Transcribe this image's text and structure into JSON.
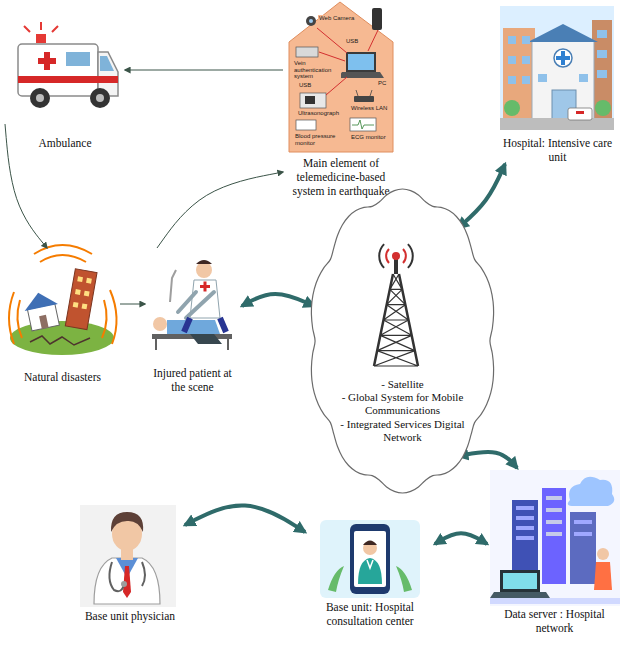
{
  "diagram": {
    "nodes": [
      {
        "text": [
          "Ambulance"
        ]
      },
      {
        "text": [
          "Main element of telemedicine-based system in earthquake"
        ]
      },
      {
        "text": [
          "Hospital: Intensive care unit"
        ]
      },
      {
        "text": [
          "Natural disasters"
        ]
      },
      {
        "text": [
          "Injured patient at the scene"
        ]
      },
      {
        "text": [
          "- Satellite",
          "- Global System for Mobile Communications",
          "- Integrated Services Digital Network"
        ]
      },
      {
        "text": [
          "Data server : Hospital network"
        ]
      },
      {
        "text": [
          "Base unit: Hospital consultation center"
        ]
      },
      {
        "text": [
          "Base unit physician"
        ]
      }
    ],
    "edges": [
      {
        "from": 1,
        "to": 0,
        "arrow": "to"
      },
      {
        "from": 0,
        "to": 3,
        "arrow": "to"
      },
      {
        "from": 3,
        "to": 4,
        "arrow": "to"
      },
      {
        "from": 4,
        "to": 1,
        "arrow": "to"
      },
      {
        "from": 4,
        "to": 5,
        "arrow": "both"
      },
      {
        "from": 2,
        "to": 5,
        "arrow": "both"
      },
      {
        "from": 5,
        "to": 6,
        "arrow": "both"
      },
      {
        "from": 6,
        "to": 7,
        "arrow": "both"
      },
      {
        "from": 7,
        "to": 8,
        "arrow": "both"
      }
    ],
    "labels": [
      "Web Camera",
      "USB",
      "Vein authentication system",
      "USB",
      "PC",
      "Ultrasonograph",
      "Wireless LAN",
      "Blood pressure monitor",
      "ECG monitor"
    ]
  }
}
